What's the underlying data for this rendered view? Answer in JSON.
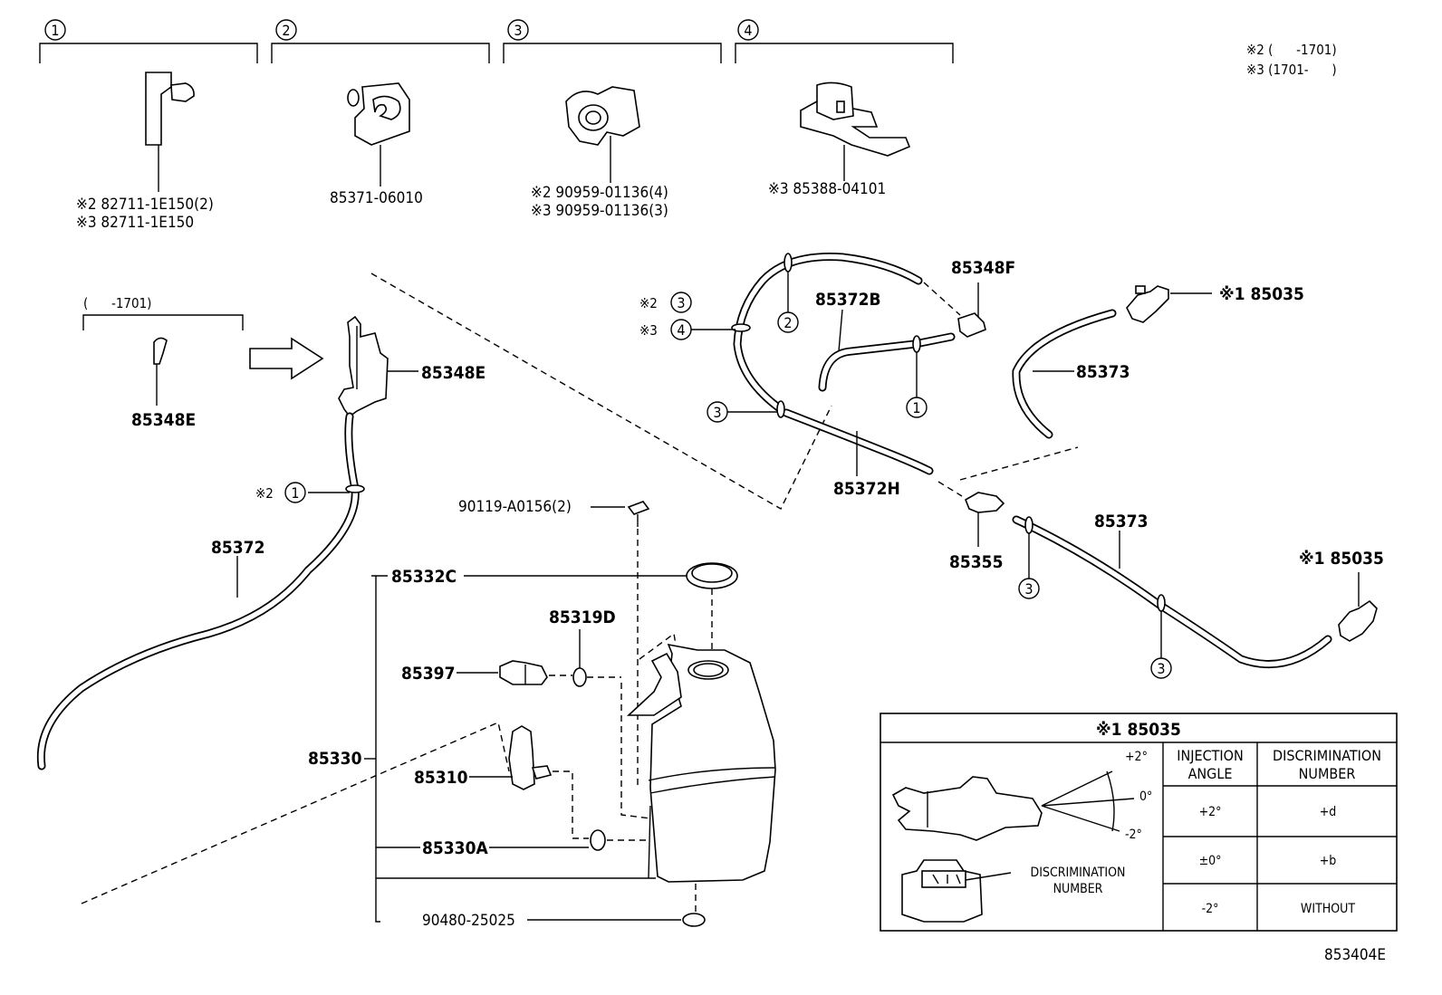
{
  "notes": {
    "note_2": "※2 (      -1701)",
    "note_3": "※3 (1701-      )"
  },
  "legend": [
    {
      "num": "1",
      "lines": [
        "※2 82711-1E150(2)",
        "※3 82711-1E150"
      ]
    },
    {
      "num": "2",
      "lines": [
        "85371-06010"
      ]
    },
    {
      "num": "3",
      "lines": [
        "※2 90959-01136(4)",
        "※3 90959-01136(3)"
      ]
    },
    {
      "num": "4",
      "lines": [
        "※3 85388-04101"
      ]
    }
  ],
  "inset": {
    "range": "(      -1701)",
    "part": "85348E"
  },
  "parts": {
    "p85348E": "85348E",
    "p85372": "85372",
    "p85348F": "85348F",
    "p85372B": "85372B",
    "p85372H": "85372H",
    "p85373_a": "85373",
    "p85373_b": "85373",
    "p85035_a": "※1 85035",
    "p85035_b": "※1 85035",
    "p85355": "85355",
    "p90119": "90119-A0156(2)",
    "p85332C": "85332C",
    "p85319D": "85319D",
    "p85397": "85397",
    "p85330": "85330",
    "p85310": "85310",
    "p85330A": "85330A",
    "p90480": "90480-25025"
  },
  "callouts": {
    "c1": "※2",
    "c2": "※2",
    "c3": "※3"
  },
  "table": {
    "title": "※1 85035",
    "col1": [
      "INJECTION",
      "ANGLE"
    ],
    "col2": [
      "DISCRIMINATION",
      "NUMBER"
    ],
    "angle_labels": [
      "+2°",
      "0°",
      "-2°"
    ],
    "disc_label": [
      "DISCRIMINATION",
      "NUMBER"
    ],
    "rows": [
      {
        "angle": "+2°",
        "number": "+d"
      },
      {
        "angle": "±0°",
        "number": "+b"
      },
      {
        "angle": "-2°",
        "number": "WITHOUT"
      }
    ]
  },
  "figure_id": "853404E"
}
